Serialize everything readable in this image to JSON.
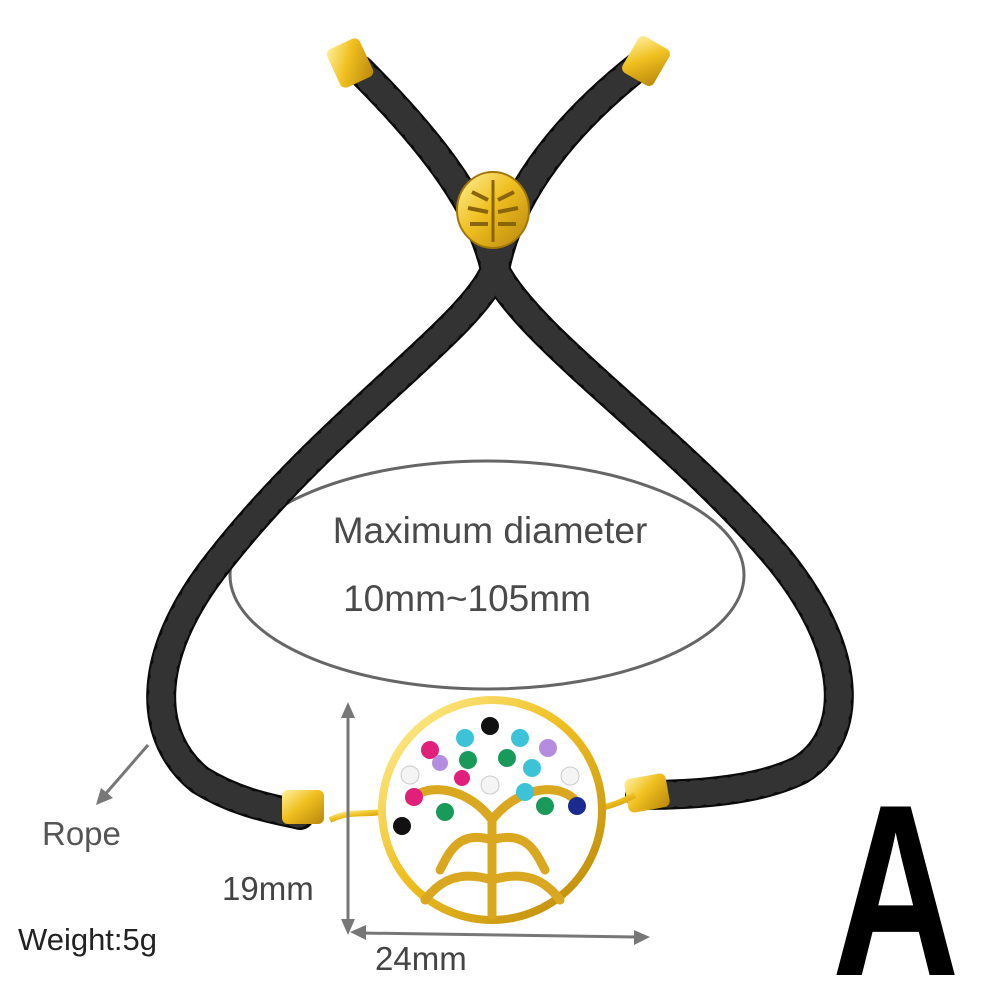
{
  "product": {
    "diameter_title": "Maximum diameter",
    "diameter_range": "10mm~105mm",
    "rope_label": "Rope",
    "height_label": "19mm",
    "width_label": "24mm",
    "weight_label": "Weight:5g",
    "variant_letter": "A"
  },
  "colors": {
    "rope": "#0b0b0b",
    "gold": "#e8b923",
    "gem_pink": "#e0207a",
    "gem_blue": "#3cc3d8",
    "gem_green": "#1a9a5a",
    "gem_purple": "#b58de0",
    "gem_navy": "#1a2a90"
  }
}
